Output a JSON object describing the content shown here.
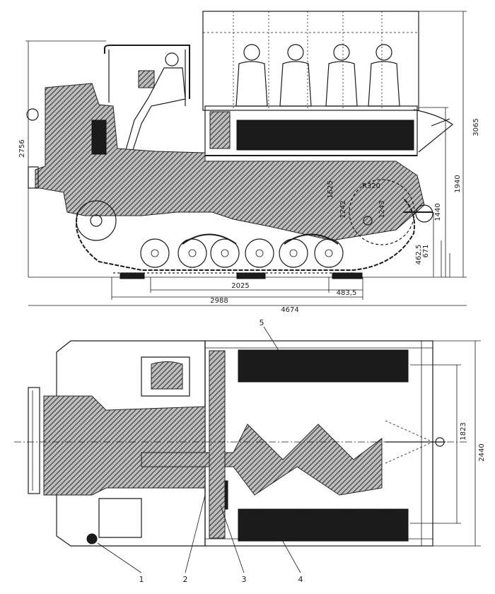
{
  "side_view": {
    "dimensions": {
      "overall_height": "2756",
      "canopy_height": "3065",
      "deck_height": "1940",
      "tow_height": "1440",
      "wheel_height": "671",
      "ground_clearance": "462,5",
      "track_base": "2025",
      "rear_overhang": "483,5",
      "wheelbase_total": "2988",
      "overall_length": "4674",
      "label_1625": "1625",
      "label_r320": "R320",
      "label_1242": "1242",
      "label_1243": "1243"
    }
  },
  "plan_view": {
    "dimensions": {
      "track_width": "1823",
      "overall_width": "2440"
    },
    "callouts": [
      "1",
      "2",
      "3",
      "4",
      "5"
    ]
  }
}
